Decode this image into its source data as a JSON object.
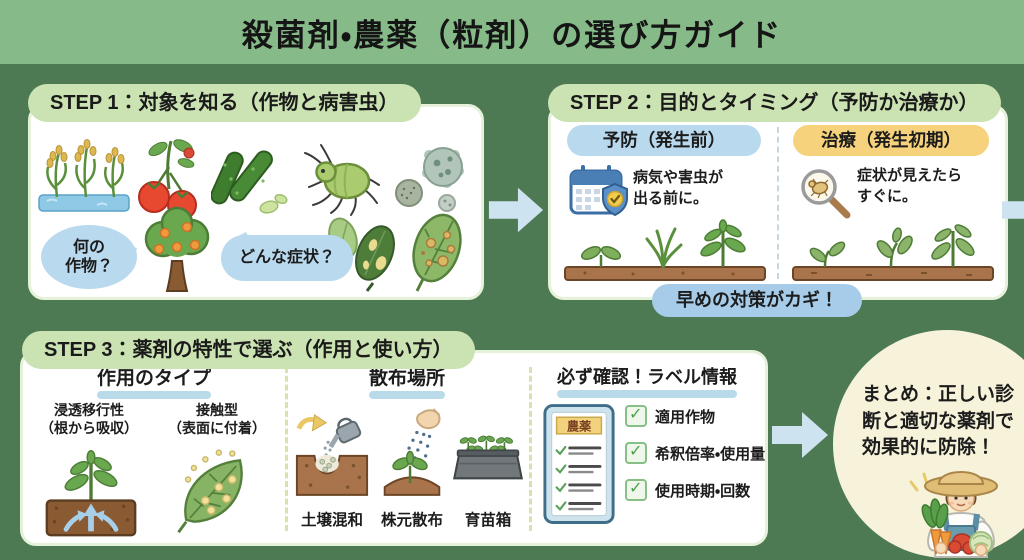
{
  "title": "殺菌剤・農薬（粒剤）の選び方ガイド",
  "colors": {
    "background": "#4e7a53",
    "banner": "#86ba88",
    "step_pill": "#cbe3b2",
    "prevention_blue": "#b9d9ee",
    "treatment_yellow": "#f5d27b",
    "key_pill_blue": "#a6cce9",
    "arrow_blue": "#cde3f0",
    "summary_cream": "#f6f3da"
  },
  "step1": {
    "header": "STEP 1：対象を知る（作物と病害虫）",
    "bubble_crop": "何の\n作物？",
    "bubble_symptom": "どんな症状？",
    "icons": [
      "rice-icon",
      "tomato-icon",
      "cucumber-icon",
      "aphid-icon",
      "mold-spores-icon",
      "fruit-tree-icon",
      "diseased-leaves-icon",
      "spotted-leaf-icon"
    ]
  },
  "step2": {
    "header": "STEP 2：目的とタイミング（予防か治療か）",
    "prevention": {
      "label": "予防（発生前）",
      "desc": "病気や害虫が\n出る前に。"
    },
    "treatment": {
      "label": "治療（発生初期）",
      "desc": "症状が見えたら\nすぐに。"
    },
    "footer": "早めの対策がカギ！"
  },
  "step3": {
    "header": "STEP 3：薬剤の特性で選ぶ（作用と使い方）",
    "action_type": {
      "title": "作用のタイプ",
      "items": [
        {
          "name": "浸透移行性",
          "sub": "（根から吸収）"
        },
        {
          "name": "接触型",
          "sub": "（表面に付着）"
        }
      ]
    },
    "application": {
      "title": "散布場所",
      "items": [
        "土壌混和",
        "株元散布",
        "育苗箱"
      ]
    },
    "label_info": {
      "title": "必ず確認！ラベル情報",
      "label_tag": "農薬",
      "checks": [
        "適用作物",
        "希釈倍率・使用量",
        "使用時期・回数"
      ]
    }
  },
  "summary": {
    "text": "まとめ：正しい診断と適切な薬剤で効果的に防除！"
  }
}
